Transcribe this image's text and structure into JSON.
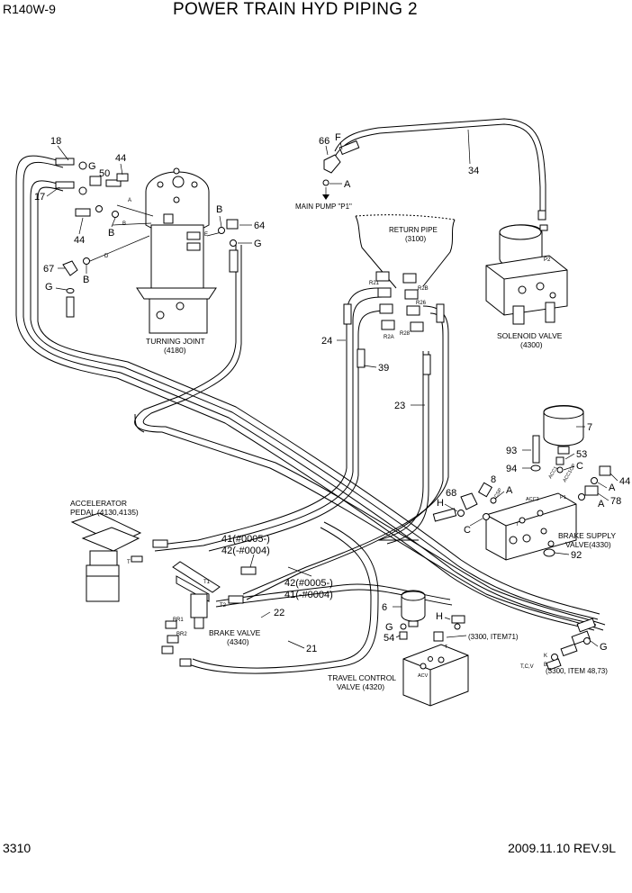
{
  "header": {
    "model": "R140W-9",
    "title": "POWER TRAIN HYD PIPING 2"
  },
  "footer": {
    "page": "3310",
    "revision": "2009.11.10  REV.9L"
  },
  "components": {
    "turning_joint": "TURNING JOINT",
    "turning_joint_ref": "(4180)",
    "main_pump": "MAIN PUMP \"P1\"",
    "return_pipe": "RETURN PIPE",
    "return_pipe_ref": "(3100)",
    "solenoid_valve": "SOLENOID VALVE",
    "solenoid_valve_ref": "(4300)",
    "accelerator_pedal": "ACCELERATOR",
    "accelerator_pedal_ref": "PEDAL (4130,4135)",
    "brake_valve": "BRAKE VALVE",
    "brake_valve_ref": "(4340)",
    "brake_supply_valve": "BRAKE SUPPLY",
    "brake_supply_valve_ref": "VALVE(4330)",
    "travel_control_valve": "TRAVEL CONTROL",
    "travel_control_valve_ref": "VALVE (4320)",
    "ref_3300_71": "(3300, ITEM71)",
    "ref_3300_48": "(3300, ITEM 48,73)"
  },
  "callouts": {
    "c18": "18",
    "c17": "17",
    "c44a": "44",
    "c50": "50",
    "cGa": "G",
    "c44b": "44",
    "cBa": "B",
    "cBb": "B",
    "c64": "64",
    "cGb": "G",
    "c67": "67",
    "cBc": "B",
    "cGc": "G",
    "c66": "66",
    "cF": "F",
    "cA_pump": "A",
    "c34": "34",
    "c24": "24",
    "c39": "39",
    "c23": "23",
    "c7": "7",
    "c93": "93",
    "c53": "53",
    "cC1": "C",
    "c94": "94",
    "c8": "8",
    "cA2": "A",
    "c68": "68",
    "cH1": "H",
    "cC2": "C",
    "c44c": "44",
    "cA3": "A",
    "c78": "78",
    "cA4": "A",
    "c92": "92",
    "c41a": "41(#0005-)",
    "c42a": "42(-#0004)",
    "c42b": "42(#0005-)",
    "c41b": "41(-#0004)",
    "c22": "22",
    "c21": "21",
    "c6": "6",
    "cGd": "G",
    "c54": "54",
    "cH2": "H",
    "cGe": "G"
  },
  "port_labels": {
    "A": "A",
    "B": "B",
    "D": "D",
    "E": "E",
    "R21": "R21",
    "R2A": "R2A",
    "R2B": "R2B",
    "R26": "R26",
    "R28": "R28",
    "P2": "P2",
    "P1": "P1",
    "T": "T",
    "ACC1": "ACC1",
    "ACC2": "ACC2",
    "ACCSP": "ACCSP",
    "ACC1OP": "ACC1OP",
    "T1": "T1",
    "T2": "T2",
    "BR1": "BR1",
    "BR2": "BR2",
    "ACV": "ACV",
    "TCV": "T,C,V",
    "K": "K",
    "B2": "B"
  }
}
